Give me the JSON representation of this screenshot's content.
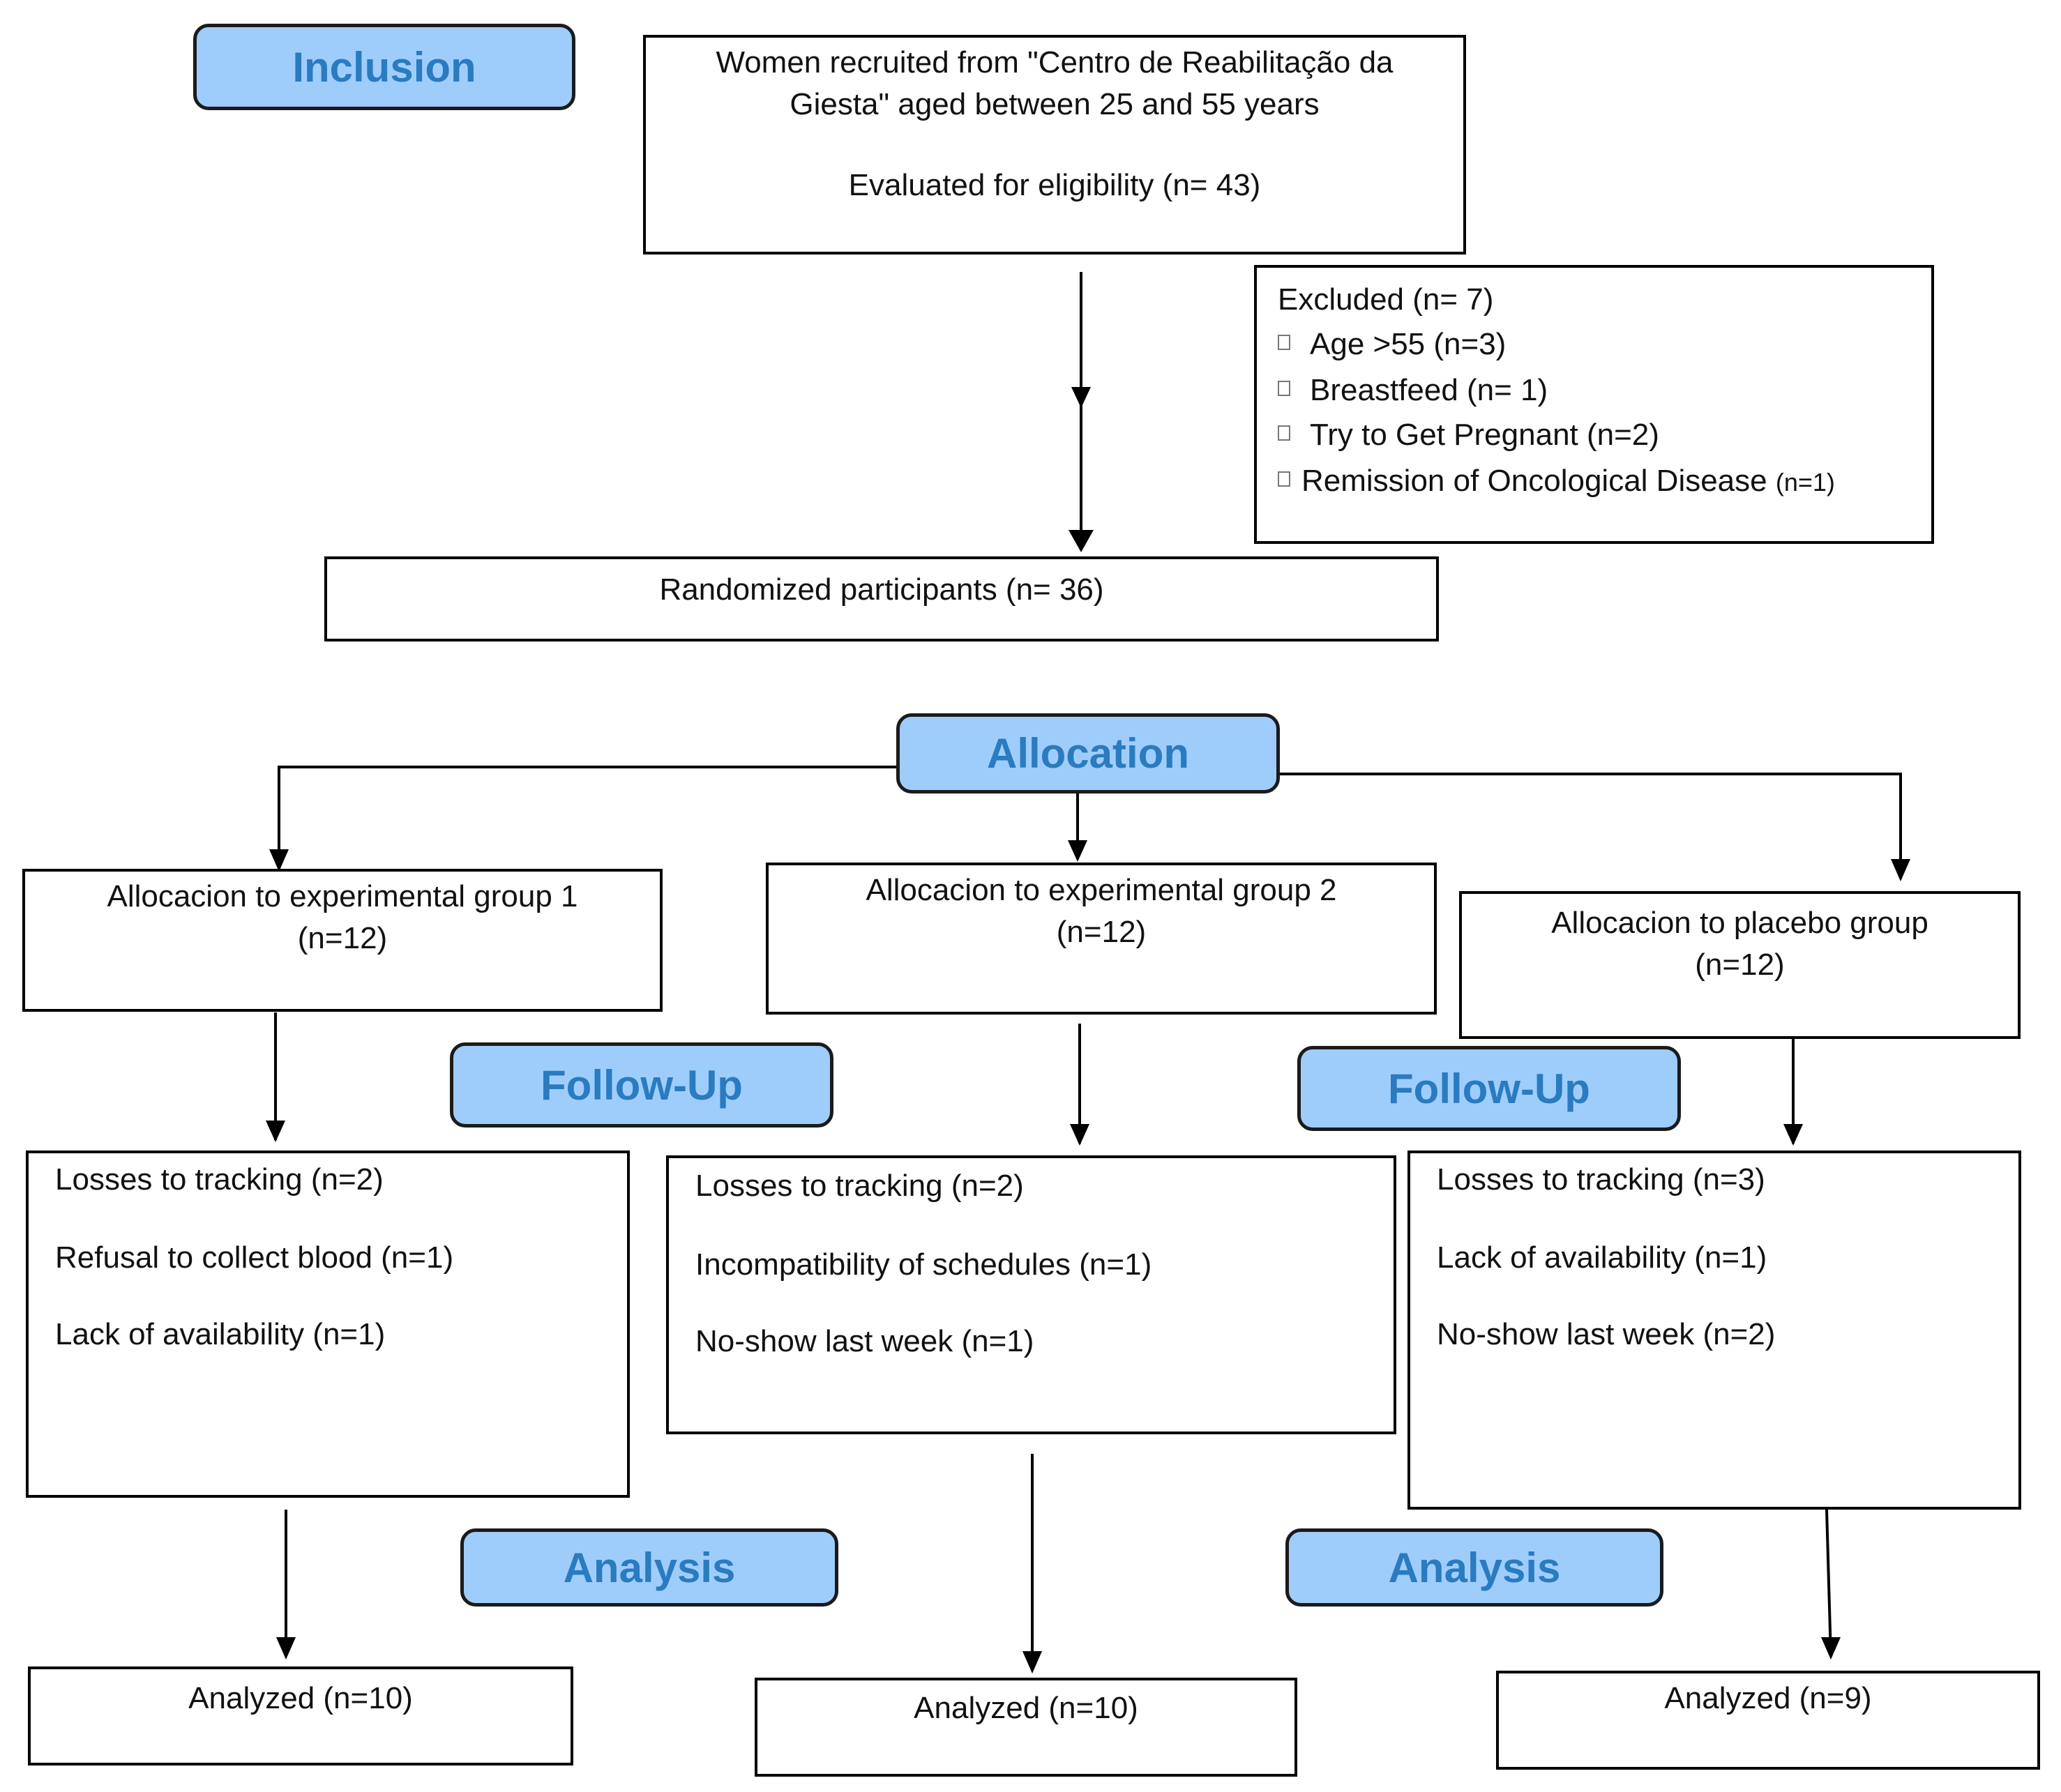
{
  "stages": {
    "inclusion": "Inclusion",
    "allocation": "Allocation",
    "follow_up": "Follow-Up",
    "analysis": "Analysis"
  },
  "recruitment": {
    "line1": "Women recruited from \"Centro de Reabilitação da",
    "line2": "Giesta\" aged between 25 and 55 years",
    "eligibility": "Evaluated for eligibility (n= 43)"
  },
  "excluded": {
    "title": "Excluded (n= 7)",
    "items": [
      {
        "label": "Age >55 (n=3)",
        "count": ""
      },
      {
        "label": "Breastfeed (n= 1)",
        "count": ""
      },
      {
        "label": "Try to Get Pregnant (n=2)",
        "count": ""
      },
      {
        "label": "Remission of Oncological Disease",
        "count": "(n=1)"
      }
    ]
  },
  "randomized": "Randomized participants (n= 36)",
  "groups": [
    {
      "name": "Allocacion to experimental group 1",
      "n": "(n=12)",
      "losses": [
        "Losses to tracking (n=2)",
        "Refusal to collect blood (n=1)",
        "Lack of availability (n=1)"
      ],
      "analyzed": "Analyzed (n=10)"
    },
    {
      "name": "Allocacion to experimental group 2",
      "n": "(n=12)",
      "losses": [
        "Losses to tracking (n=2)",
        "Incompatibility of schedules (n=1)",
        "No-show last week (n=1)"
      ],
      "analyzed": "Analyzed (n=10)"
    },
    {
      "name": "Allocacion to placebo group",
      "n": "(n=12)",
      "losses": [
        "Losses to tracking (n=3)",
        "Lack of availability (n=1)",
        "No-show last week (n=2)"
      ],
      "analyzed": "Analyzed (n=9)"
    }
  ],
  "colors": {
    "stage_fill": "#9fcdfb",
    "stage_text": "#2a7bc0",
    "line": "#000000"
  }
}
